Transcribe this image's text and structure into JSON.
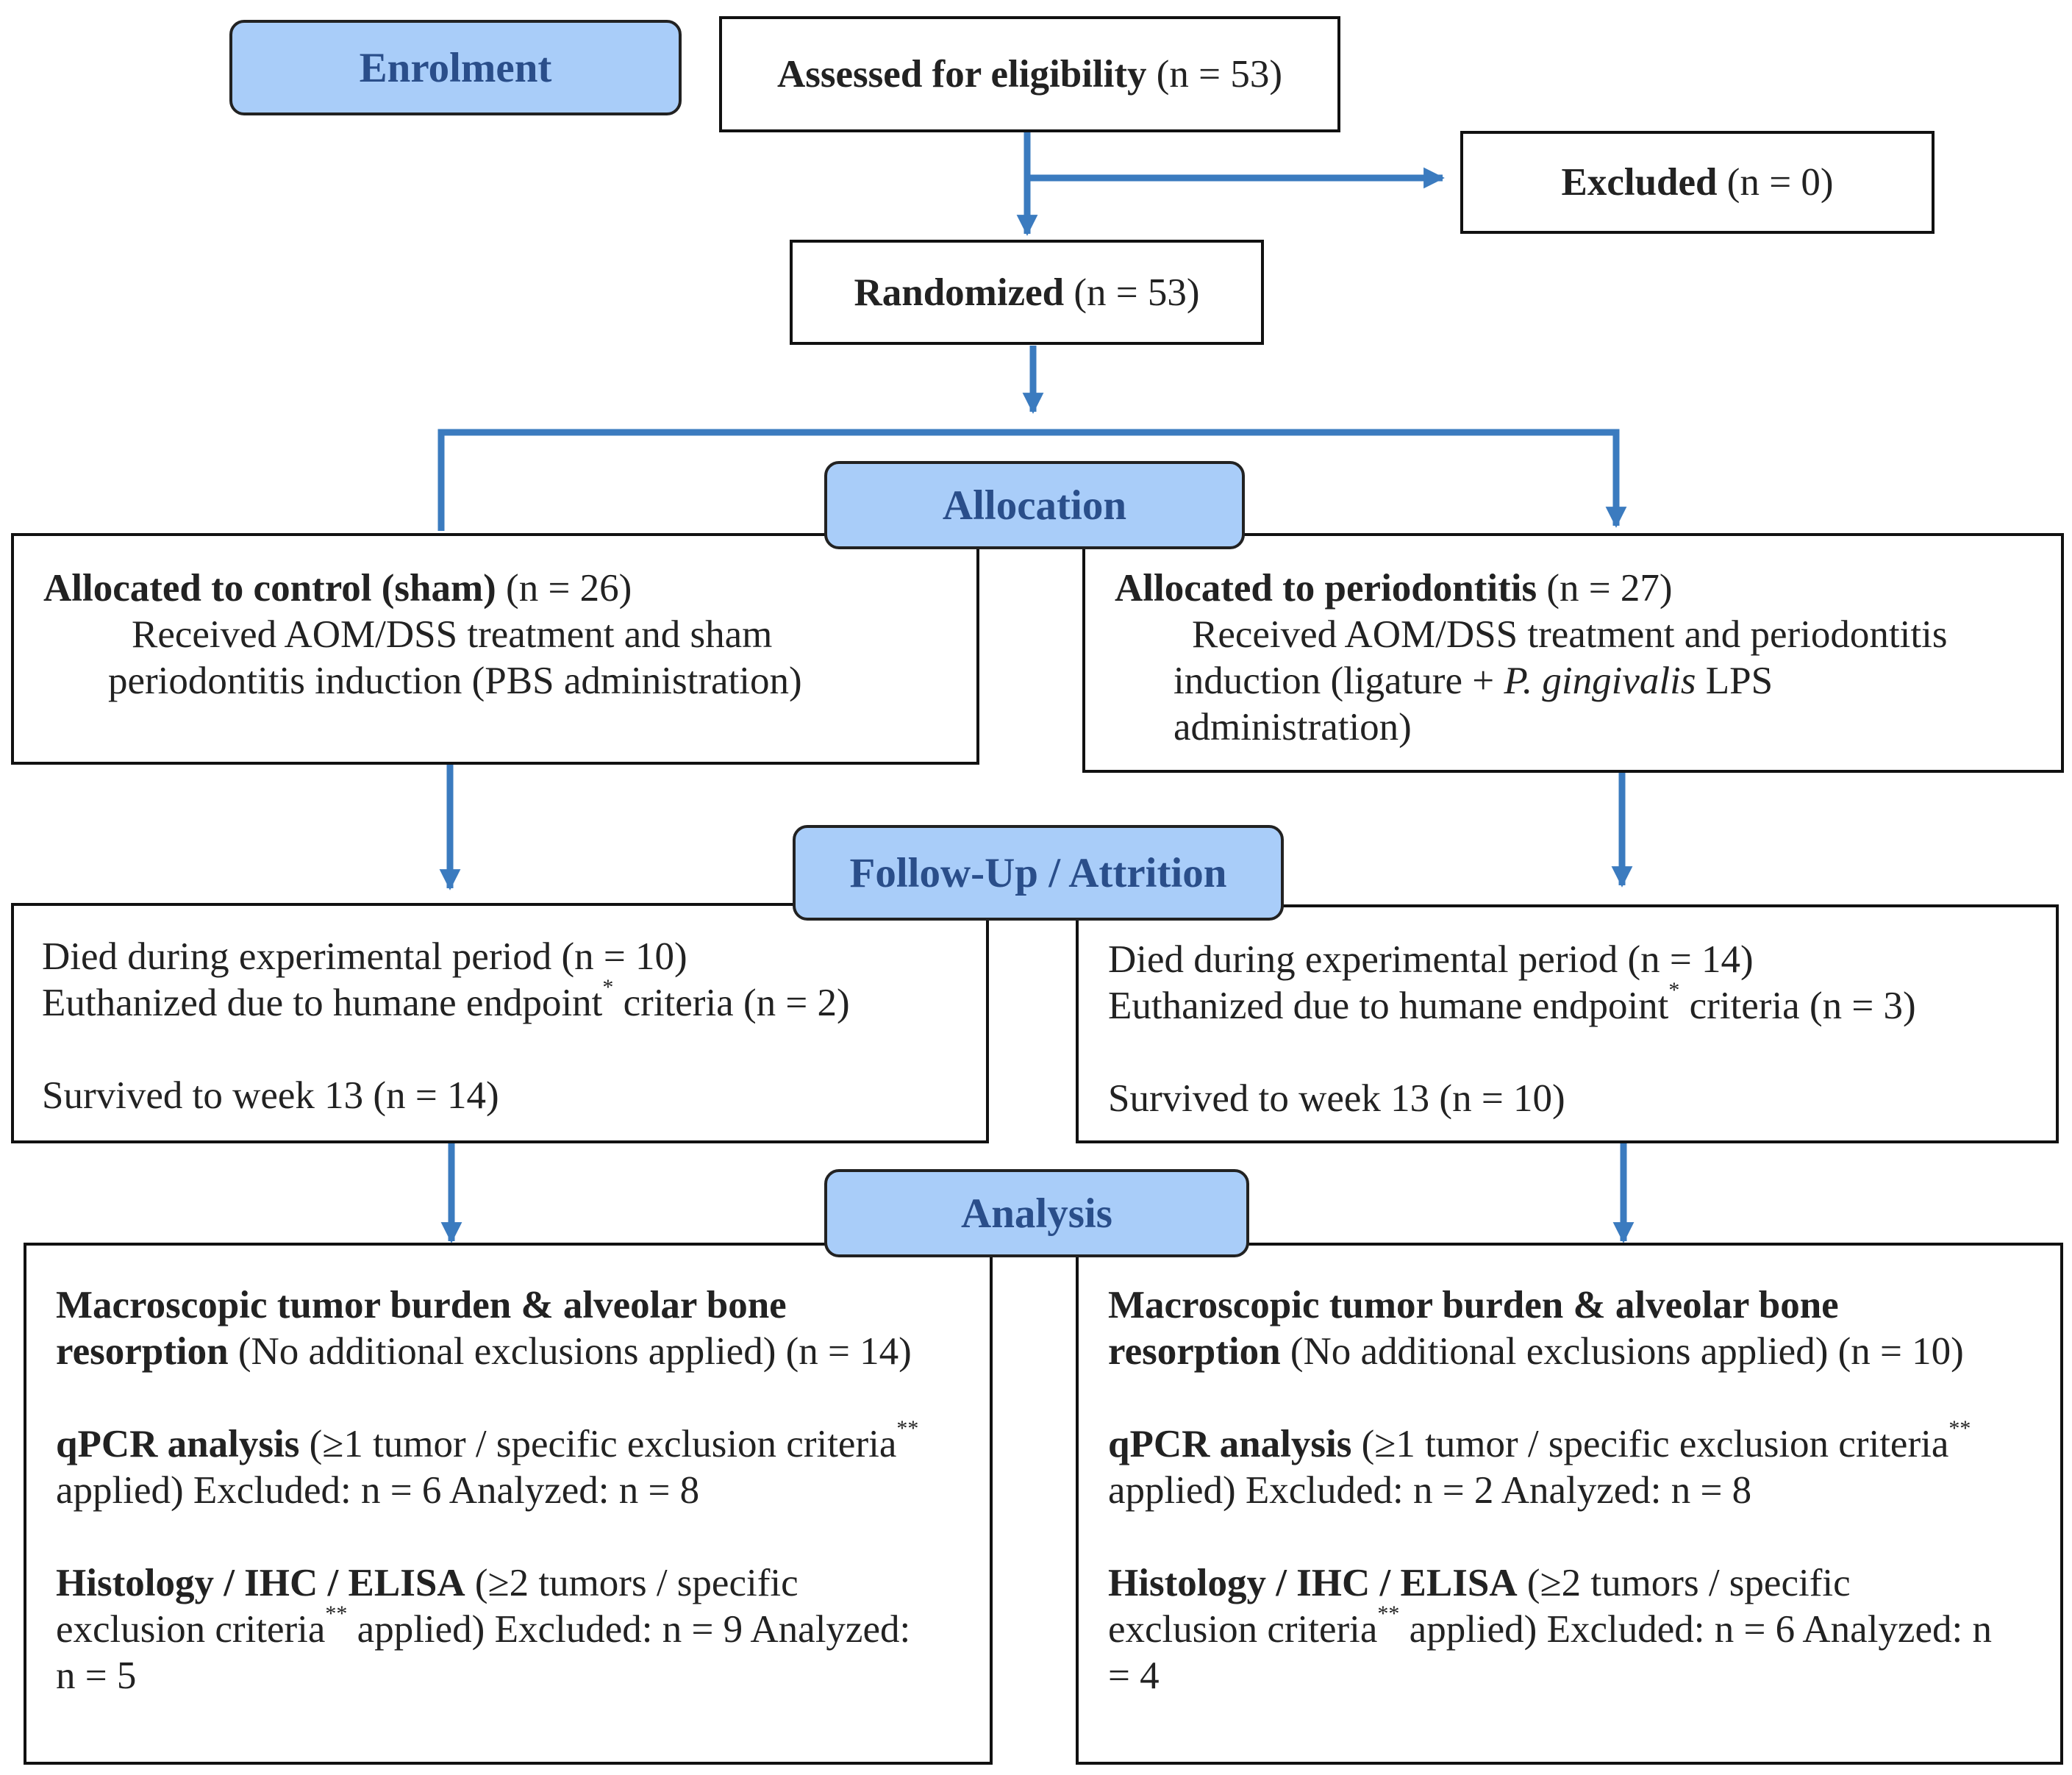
{
  "colors": {
    "stage_fill": "#a9cdf9",
    "stage_text": "#2a4e8a",
    "arrow": "#3b7bbf",
    "border": "#111111"
  },
  "stages": {
    "enrolment": "Enrolment",
    "allocation": "Allocation",
    "followup": "Follow-Up / Attrition",
    "analysis": "Analysis"
  },
  "top": {
    "assessed_bold": "Assessed for eligibility",
    "assessed_n": "(n = 53)",
    "excluded_bold": "Excluded",
    "excluded_n": "(n = 0)",
    "randomized_bold": "Randomized",
    "randomized_n": "(n = 53)"
  },
  "control": {
    "alloc_bold": "Allocated to control (sham)",
    "alloc_n": "(n = 26)",
    "alloc_line1": "Received AOM/DSS treatment and sham",
    "alloc_line2": "periodontitis induction (PBS administration)",
    "died": "Died during experimental period (n = 10)",
    "euth_a": "Euthanized due to humane endpoint",
    "euth_sup": "*",
    "euth_b": " criteria (n = 2)",
    "survived": "Survived to week 13 (n = 14)",
    "macro_bold_1": "Macroscopic tumor burden & alveolar bone",
    "macro_bold_2": "resorption",
    "macro_rest": " (No additional exclusions applied) (n = 14)",
    "qpcr_bold": "qPCR analysis",
    "qpcr_rest": " (≥1 tumor / specific exclusion criteria",
    "qpcr_sup": "**",
    "qpcr_line2": "applied) Excluded: n = 6 Analyzed: n = 8",
    "hist_bold": "Histology / IHC / ELISA",
    "hist_rest": " (≥2 tumors / specific",
    "hist_line2a": "exclusion criteria",
    "hist_sup": "**",
    "hist_line2b": " applied) Excluded: n = 9 Analyzed:",
    "hist_line3": "n = 5"
  },
  "perio": {
    "alloc_bold": "Allocated to periodontitis",
    "alloc_n": "(n = 27)",
    "alloc_line1": "Received AOM/DSS treatment and periodontitis",
    "alloc_line2a": "induction (ligature + ",
    "alloc_line2_italic": "P. gingivalis",
    "alloc_line2b": " LPS",
    "alloc_line3": "administration)",
    "died": "Died during experimental period (n = 14)",
    "euth_a": "Euthanized due to humane endpoint",
    "euth_sup": "*",
    "euth_b": " criteria (n = 3)",
    "survived": "Survived to week 13 (n = 10)",
    "macro_bold_1": "Macroscopic tumor burden & alveolar bone",
    "macro_bold_2": "resorption",
    "macro_rest": " (No additional exclusions applied) (n = 10)",
    "qpcr_bold": "qPCR analysis",
    "qpcr_rest": " (≥1 tumor / specific exclusion criteria",
    "qpcr_sup": "**",
    "qpcr_line2": "applied) Excluded: n = 2 Analyzed: n = 8",
    "hist_bold": "Histology / IHC / ELISA",
    "hist_rest": " (≥2 tumors / specific",
    "hist_line2a": "exclusion criteria",
    "hist_sup": "**",
    "hist_line2b": " applied) Excluded: n = 6 Analyzed: n",
    "hist_line3": "= 4"
  }
}
